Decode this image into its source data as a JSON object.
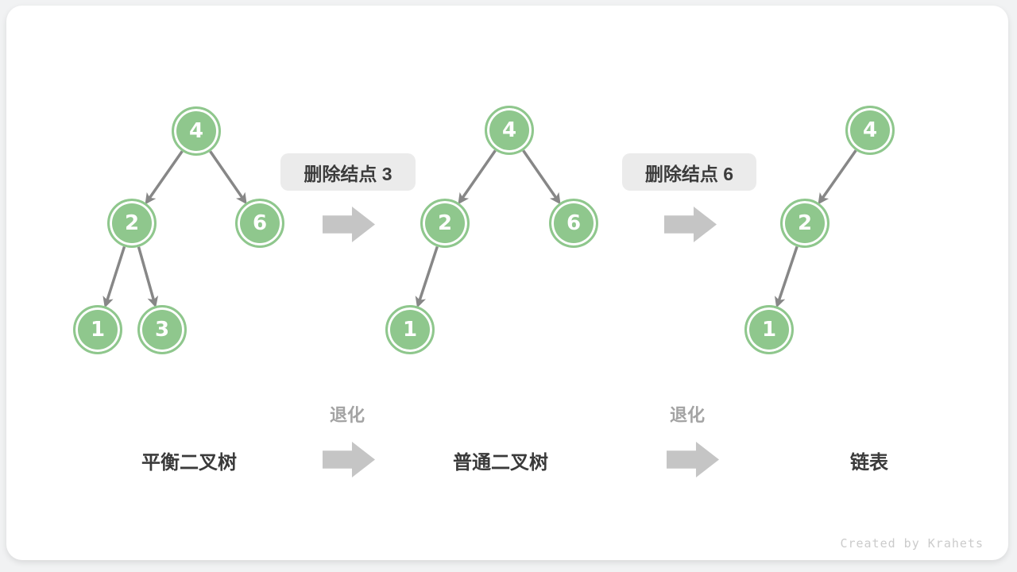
{
  "watermark": "Created by Krahets",
  "degrade_label": "退化",
  "operations": [
    {
      "label": "删除结点 3"
    },
    {
      "label": "删除结点 6"
    }
  ],
  "trees": [
    {
      "name": "平衡二叉树",
      "nodes": [
        {
          "value": "4"
        },
        {
          "value": "2"
        },
        {
          "value": "6"
        },
        {
          "value": "1"
        },
        {
          "value": "3"
        }
      ],
      "edges": [
        [
          "4",
          "2"
        ],
        [
          "4",
          "6"
        ],
        [
          "2",
          "1"
        ],
        [
          "2",
          "3"
        ]
      ]
    },
    {
      "name": "普通二叉树",
      "nodes": [
        {
          "value": "4"
        },
        {
          "value": "2"
        },
        {
          "value": "6"
        },
        {
          "value": "1"
        }
      ],
      "edges": [
        [
          "4",
          "2"
        ],
        [
          "4",
          "6"
        ],
        [
          "2",
          "1"
        ]
      ]
    },
    {
      "name": "链表",
      "nodes": [
        {
          "value": "4"
        },
        {
          "value": "2"
        },
        {
          "value": "1"
        }
      ],
      "edges": [
        [
          "4",
          "2"
        ],
        [
          "2",
          "1"
        ]
      ]
    }
  ],
  "colors": {
    "node_fill": "#8fc78d",
    "node_text": "#ffffff",
    "edge": "#878787",
    "block_arrow": "#c5c5c5",
    "label_box_bg": "#ebebeb",
    "label_text": "#3c3c3c",
    "muted_label": "#a3a3a3",
    "watermark": "#cbcbcb"
  }
}
